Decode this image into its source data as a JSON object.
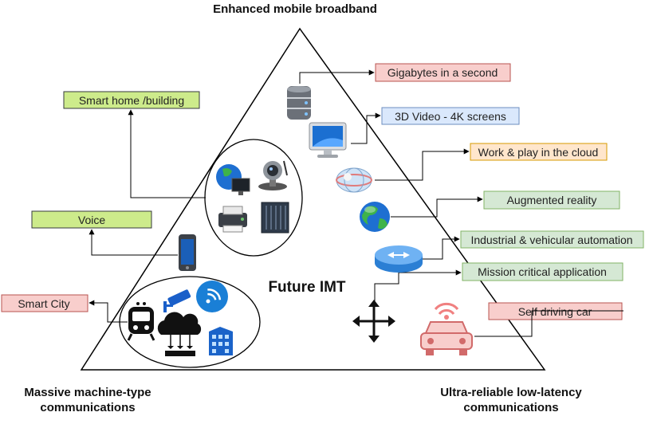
{
  "title_top": "Enhanced mobile broadband",
  "center_label": "Future IMT",
  "corner_left_line1": "Massive machine-type",
  "corner_left_line2": "communications",
  "corner_right_line1": "Ultra-reliable low-latency",
  "corner_right_line2": "communications",
  "boxes": {
    "gigabytes": "Gigabytes in a second",
    "video": "3D Video - 4K screens",
    "cloud": "Work & play in the cloud",
    "ar": "Augmented reality",
    "industrial": "Industrial & vehicular automation",
    "mission": "Mission critical application",
    "car": "Self driving car",
    "smarthome": "Smart home /building",
    "voice": "Voice",
    "smartcity": "Smart City"
  },
  "colors": {
    "red_fill": "#f8cecc",
    "red_stroke": "#b85450",
    "blue_fill": "#dae8fc",
    "blue_stroke": "#6c8ebf",
    "orange_fill": "#ffe6cc",
    "orange_stroke": "#d79b00",
    "green_fill": "#d5e8d4",
    "green_stroke": "#82b366",
    "lime_fill": "#cdeb8b",
    "lime_stroke": "#36393d"
  },
  "icons": [
    "database-server-icon",
    "monitor-icon",
    "globe-cloud-icon",
    "earth-icon",
    "router-icon",
    "move-arrows-icon",
    "wifi-car-icon",
    "earth-pc-icon",
    "webcam-icon",
    "printer-icon",
    "server-rack-icon",
    "smartphone-icon",
    "train-icon",
    "cctv-icon",
    "wifi-icon",
    "cloud-network-icon",
    "building-icon"
  ]
}
